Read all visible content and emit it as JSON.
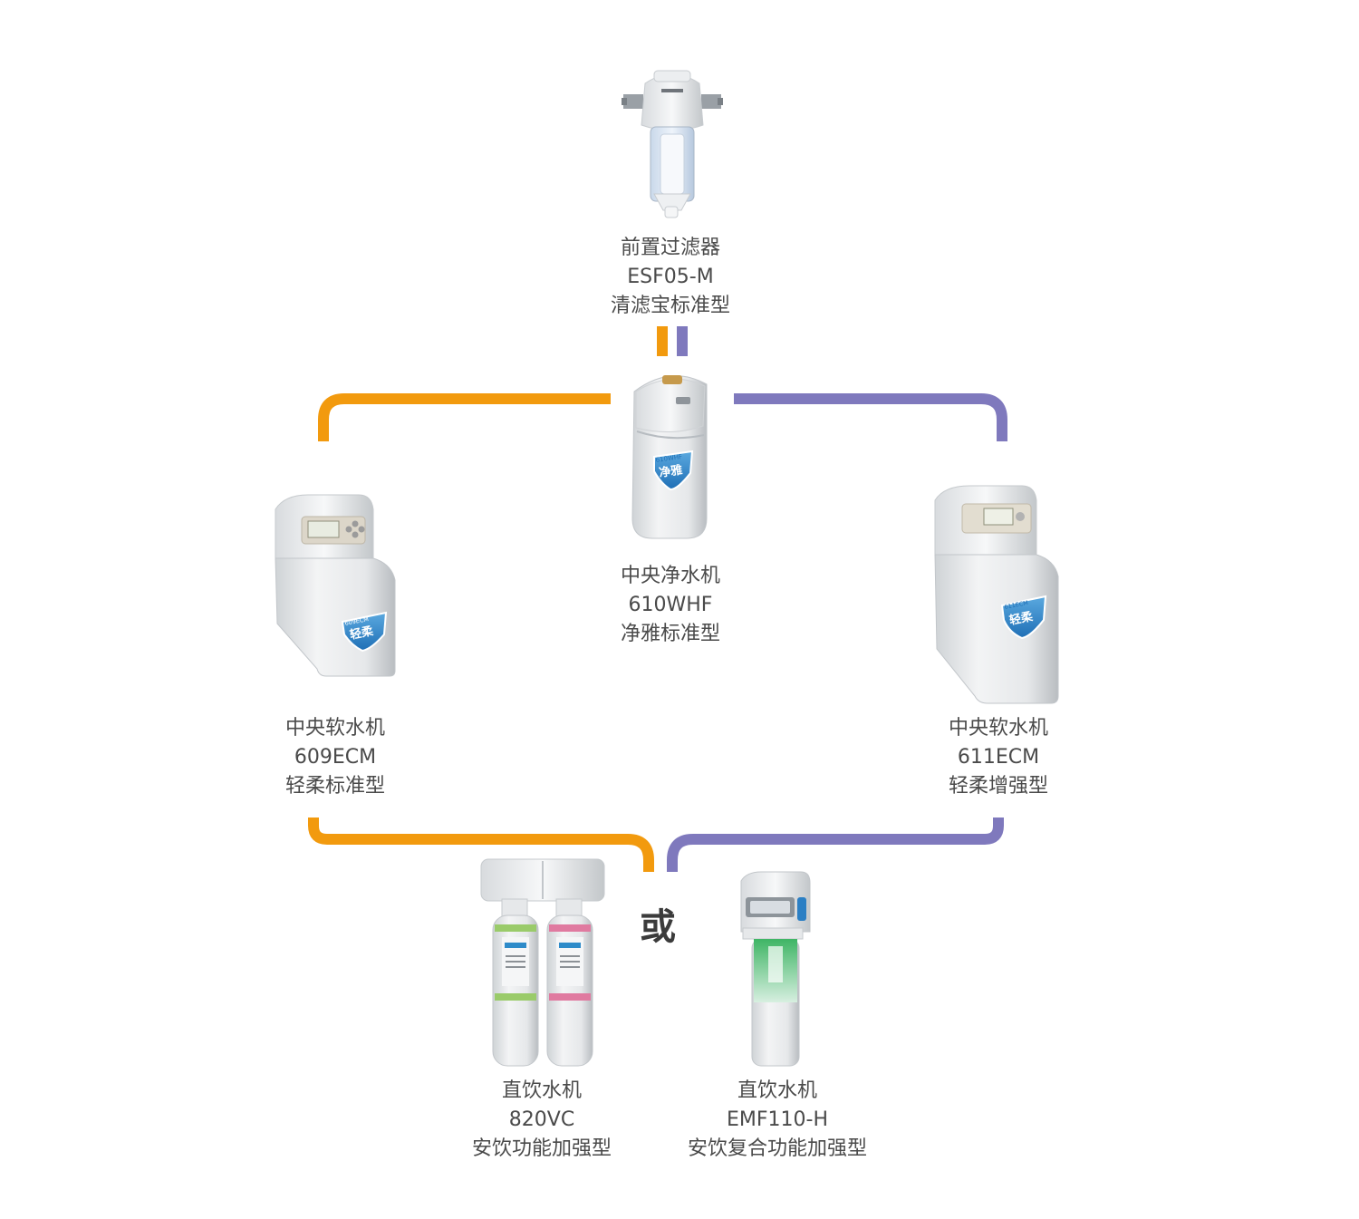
{
  "colors": {
    "orange": "#f29a0e",
    "purple": "#7f79bd"
  },
  "products": {
    "pre_filter": {
      "category": "前置过滤器",
      "model": "ESF05-M",
      "series": "清滤宝标准型"
    },
    "central_purifier": {
      "category": "中央净水机",
      "model": "610WHF",
      "series": "净雅标准型",
      "badge": "净雅",
      "badge_model": "610WHF"
    },
    "softener_609": {
      "category": "中央软水机",
      "model": "609ECM",
      "series": "轻柔标准型",
      "badge": "轻柔",
      "badge_model": "609ECM"
    },
    "softener_611": {
      "category": "中央软水机",
      "model": "611ECM",
      "series": "轻柔增强型",
      "badge": "轻柔",
      "badge_model": "611ECM"
    },
    "drinking_820": {
      "category": "直饮水机",
      "model": "820VC",
      "series": "安饮功能加强型"
    },
    "drinking_emf": {
      "category": "直饮水机",
      "model": "EMF110-H",
      "series": "安饮复合功能加强型"
    }
  },
  "or_label": "或"
}
